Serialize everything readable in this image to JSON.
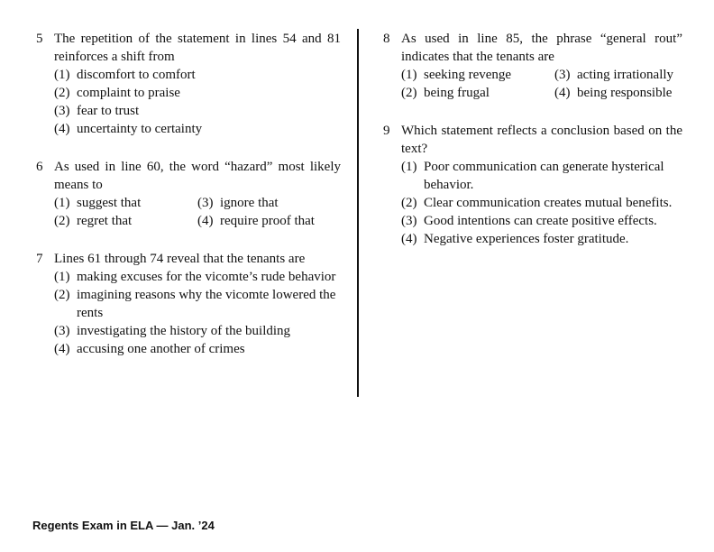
{
  "q5": {
    "number": "5",
    "stem": "The repetition of the statement in lines 54 and 81 reinforces a shift from",
    "options": [
      {
        "label": "(1)",
        "text": "discomfort to comfort"
      },
      {
        "label": "(2)",
        "text": "complaint to praise"
      },
      {
        "label": "(3)",
        "text": "fear to trust"
      },
      {
        "label": "(4)",
        "text": "uncertainty to certainty"
      }
    ]
  },
  "q6": {
    "number": "6",
    "stem": "As used in line 60, the word “hazard” most likely means to",
    "options": [
      {
        "label": "(1)",
        "text": "suggest that"
      },
      {
        "label": "(3)",
        "text": "ignore that"
      },
      {
        "label": "(2)",
        "text": "regret that"
      },
      {
        "label": "(4)",
        "text": "require proof that"
      }
    ]
  },
  "q7": {
    "number": "7",
    "stem": "Lines 61 through 74 reveal that the tenants are",
    "options": [
      {
        "label": "(1)",
        "text": "making excuses for the vicomte’s rude behavior"
      },
      {
        "label": "(2)",
        "text": "imagining reasons why the vicomte lowered the rents"
      },
      {
        "label": "(3)",
        "text": "investigating the history of the building"
      },
      {
        "label": "(4)",
        "text": "accusing one another of crimes"
      }
    ]
  },
  "q8": {
    "number": "8",
    "stem": "As used in line 85, the phrase “general rout” indicates that the tenants are",
    "options": [
      {
        "label": "(1)",
        "text": "seeking revenge"
      },
      {
        "label": "(3)",
        "text": "acting irrationally"
      },
      {
        "label": "(2)",
        "text": "being frugal"
      },
      {
        "label": "(4)",
        "text": "being responsible"
      }
    ]
  },
  "q9": {
    "number": "9",
    "stem": "Which statement reflects a conclusion based on the text?",
    "options": [
      {
        "label": "(1)",
        "text": "Poor communication can generate hysterical behavior."
      },
      {
        "label": "(2)",
        "text": "Clear communication creates mutual benefits."
      },
      {
        "label": "(3)",
        "text": "Good intentions can create positive effects."
      },
      {
        "label": "(4)",
        "text": "Negative experiences foster gratitude."
      }
    ]
  },
  "footer": "Regents Exam in ELA — Jan. ’24"
}
